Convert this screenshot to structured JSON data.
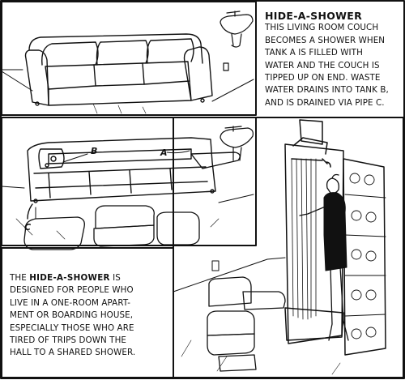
{
  "top_caption": {
    "title": "HIDE-A-SHOWER",
    "body": "THIS LIVING ROOM COUCH\nBECOMES A SHOWER WHEN\nTANK A IS FILLED WITH\nWATER AND THE COUCH IS\nTIPPED UP ON END. WASTE\nWATER DRAINS INTO TANK B,\nAND IS DRAINED VIA PIPE C."
  },
  "bottom_caption": {
    "lead": "THE ",
    "title": "HIDE-A-SHOWER",
    "lead_after": " IS",
    "body": "DESIGNED FOR PEOPLE WHO\nLIVE IN A ONE-ROOM APART-\nMENT OR BOARDING HOUSE,\nESPECIALLY THOSE WHO ARE\nTIRED OF TRIPS DOWN THE\nHALL TO A SHARED SHOWER."
  },
  "labels": {
    "a": "A",
    "b": "B",
    "c": "C"
  }
}
